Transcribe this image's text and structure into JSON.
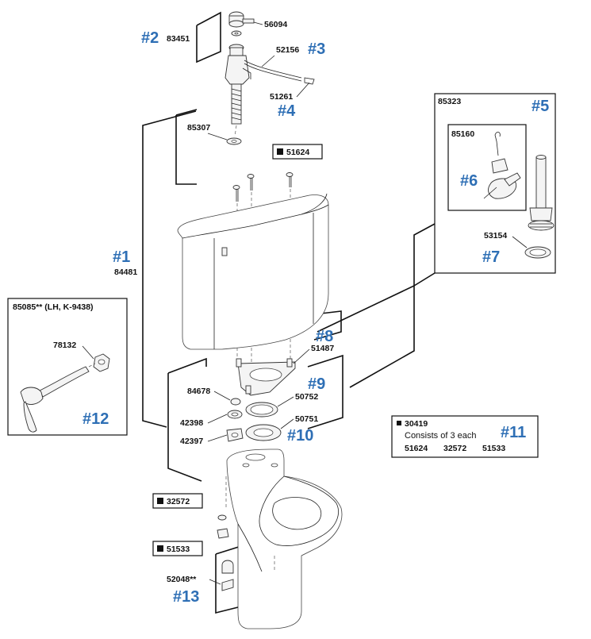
{
  "callouts": {
    "c1": "#1",
    "c2": "#2",
    "c3": "#3",
    "c4": "#4",
    "c5": "#5",
    "c6": "#6",
    "c7": "#7",
    "c8": "#8",
    "c9": "#9",
    "c10": "#10",
    "c11": "#11",
    "c12": "#12",
    "c13": "#13"
  },
  "parts": {
    "p83451": "83451",
    "p56094": "56094",
    "p52156": "52156",
    "p51261": "51261",
    "p85307": "85307",
    "p51624": "51624",
    "p84481": "84481",
    "p85323": "85323",
    "p85160": "85160",
    "p53154": "53154",
    "p85085": "85085** (LH, K-9438)",
    "p78132": "78132",
    "p51487": "51487",
    "p84678": "84678",
    "p50752": "50752",
    "p42398": "42398",
    "p50751": "50751",
    "p42397": "42397",
    "p32572": "32572",
    "p51533": "51533",
    "p52048": "52048**"
  },
  "kit": {
    "number": "30419",
    "description": "Consists of 3 each",
    "items": [
      "51624",
      "32572",
      "51533"
    ]
  },
  "colors": {
    "callout": "#2e6fb5",
    "line": "#111111"
  },
  "icons": {
    "kit_marker": "filled-square-icon"
  }
}
